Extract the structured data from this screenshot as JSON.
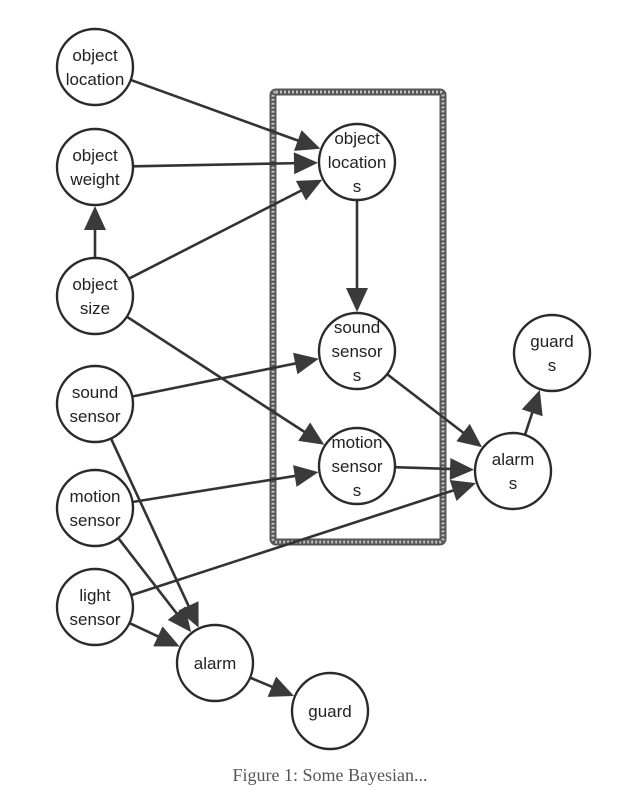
{
  "nodes": [
    {
      "id": "object_location",
      "lines": [
        "object",
        "location"
      ]
    },
    {
      "id": "object_weight",
      "lines": [
        "object",
        "weight"
      ]
    },
    {
      "id": "object_size",
      "lines": [
        "object",
        "size"
      ]
    },
    {
      "id": "sound_sensor",
      "lines": [
        "sound",
        "sensor"
      ]
    },
    {
      "id": "motion_sensor",
      "lines": [
        "motion",
        "sensor"
      ]
    },
    {
      "id": "light_sensor",
      "lines": [
        "light",
        "sensor"
      ]
    },
    {
      "id": "alarm",
      "lines": [
        "alarm"
      ]
    },
    {
      "id": "guard",
      "lines": [
        "guard"
      ]
    },
    {
      "id": "object_locations",
      "lines": [
        "object",
        "location",
        "s"
      ]
    },
    {
      "id": "sound_sensors",
      "lines": [
        "sound",
        "sensor",
        "s"
      ]
    },
    {
      "id": "motion_sensors",
      "lines": [
        "motion",
        "sensor",
        "s"
      ]
    },
    {
      "id": "alarms",
      "lines": [
        "alarm",
        "s"
      ]
    },
    {
      "id": "guards",
      "lines": [
        "guard",
        "s"
      ]
    }
  ],
  "edges": [
    {
      "from": "object_location",
      "to": "object_locations"
    },
    {
      "from": "object_weight",
      "to": "object_locations"
    },
    {
      "from": "object_size",
      "to": "object_locations"
    },
    {
      "from": "object_size",
      "to": "object_weight"
    },
    {
      "from": "object_size",
      "to": "motion_sensors"
    },
    {
      "from": "object_locations",
      "to": "sound_sensors"
    },
    {
      "from": "sound_sensor",
      "to": "sound_sensors"
    },
    {
      "from": "motion_sensor",
      "to": "motion_sensors"
    },
    {
      "from": "sound_sensors",
      "to": "alarms"
    },
    {
      "from": "motion_sensors",
      "to": "alarms"
    },
    {
      "from": "light_sensor",
      "to": "alarms"
    },
    {
      "from": "alarms",
      "to": "guards"
    },
    {
      "from": "sound_sensor",
      "to": "alarm"
    },
    {
      "from": "motion_sensor",
      "to": "alarm"
    },
    {
      "from": "light_sensor",
      "to": "alarm"
    },
    {
      "from": "alarm",
      "to": "guard"
    }
  ],
  "caption": "Figure 1: Some Bayesian..."
}
